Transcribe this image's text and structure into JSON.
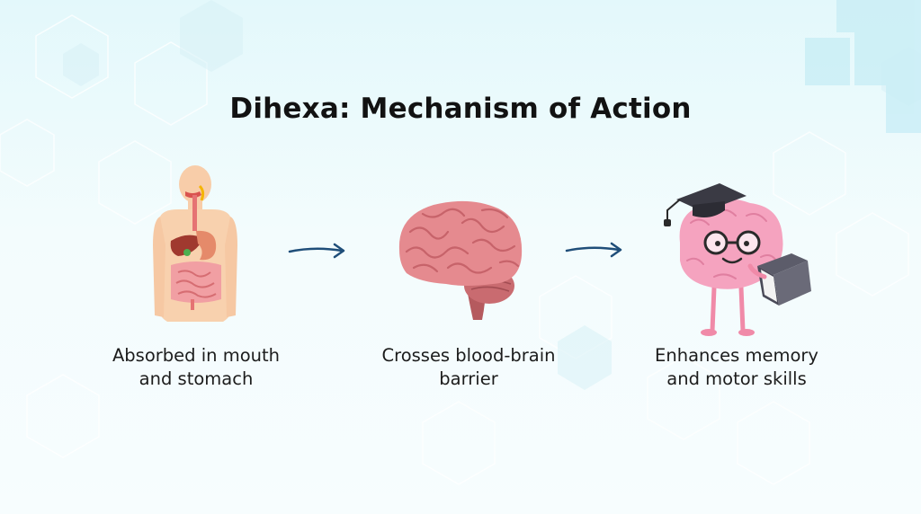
{
  "title": "Dihexa: Mechanism of Action",
  "steps": [
    {
      "line1": "Absorbed in mouth",
      "line2": "and stomach",
      "icon": "digestive-system-icon"
    },
    {
      "line1": "Crosses blood-brain",
      "line2": "barrier",
      "icon": "brain-icon"
    },
    {
      "line1": "Enhances memory",
      "line2": "and motor skills",
      "icon": "graduate-brain-reading-icon"
    }
  ],
  "arrows": [
    "arrow-right-icon",
    "arrow-right-icon"
  ],
  "colors": {
    "accent_arrow": "#1f4e79",
    "background": "#e8f9fb",
    "brain": "#e58a8f",
    "cartoon_brain": "#f5a3bf"
  }
}
